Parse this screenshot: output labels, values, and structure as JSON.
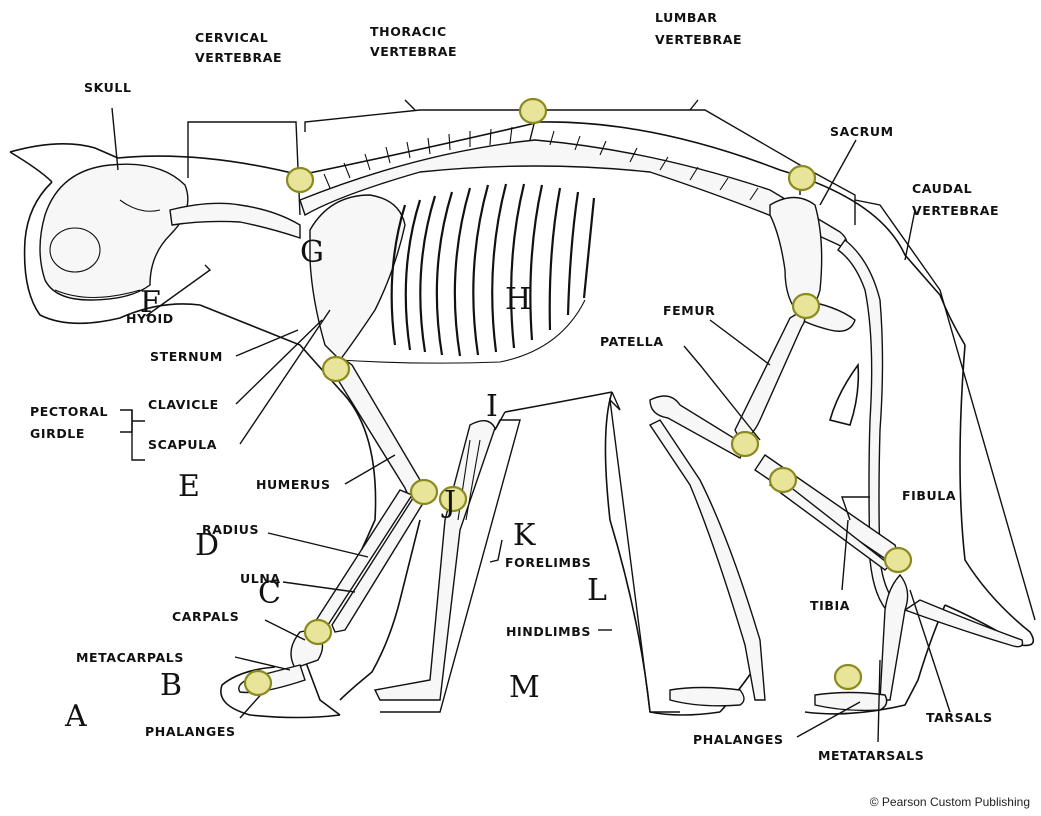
{
  "labels": {
    "skull": "SKULL",
    "cervical": [
      "CERVICAL",
      "VERTEBRAE"
    ],
    "thoracic": [
      "THORACIC",
      "VERTEBRAE"
    ],
    "lumbar": [
      "LUMBAR",
      "VERTEBRAE"
    ],
    "sacrum": "SACRUM",
    "caudal": [
      "CAUDAL",
      "VERTEBRAE"
    ],
    "hyoid": "HYOID",
    "sternum": "STERNUM",
    "pectoral_girdle": [
      "PECTORAL",
      "GIRDLE"
    ],
    "clavicle": "CLAVICLE",
    "scapula": "SCAPULA",
    "humerus": "HUMERUS",
    "radius": "RADIUS",
    "ulna": "ULNA",
    "carpals": "CARPALS",
    "metacarpals": "METACARPALS",
    "phalanges_fore": "PHALANGES",
    "forelimbs": "FORELIMBS",
    "hindlimbs": "HINDLIMBS",
    "femur": "FEMUR",
    "patella": "PATELLA",
    "fibula": "FIBULA",
    "tibia": "TIBIA",
    "tarsals": "TARSALS",
    "phalanges_hind": "PHALANGES",
    "metatarsals": "METATARSALS"
  },
  "letters": {
    "A": "A",
    "B": "B",
    "C": "C",
    "D": "D",
    "E": "E",
    "F": "F",
    "G": "G",
    "H": "H",
    "I": "I",
    "J": "J",
    "K": "K",
    "L": "L",
    "M": "M"
  },
  "credit": "© Pearson Custom Publishing",
  "marker_color": "#e8e59a"
}
